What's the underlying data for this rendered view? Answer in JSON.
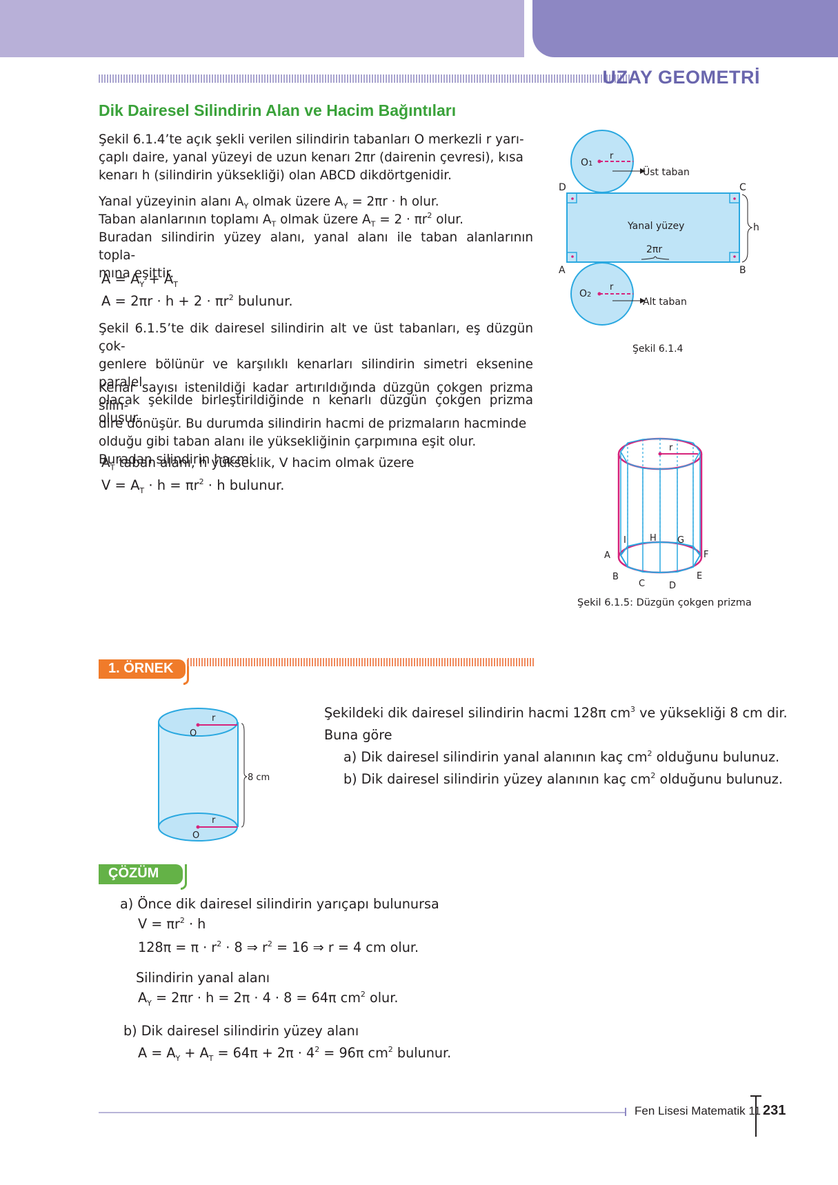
{
  "header": {
    "section_title": "UZAY GEOMETRİ"
  },
  "heading": "Dik Dairesel Silindirin Alan ve Hacim Bağıntıları",
  "intro_lines": [
    "Şekil 6.1.4’te açık şekli verilen silindirin tabanları O merkezli r yarı-",
    "çaplı daire, yanal yüzeyi de uzun kenarı  2πr  (dairenin çevresi), kısa",
    "kenarı h (silindirin yüksekliği) olan ABCD dikdörtgenidir."
  ],
  "area_lines": {
    "lateral": "Yanal yüzeyinin alanı A",
    "lateral_sub": "Y",
    "lateral_mid": "  olmak üzere  A",
    "lateral_sub2": "Y",
    "lateral_end": " = 2πr · h  olur.",
    "base": "Taban alanlarının toplamı A",
    "base_sub": "T",
    "base_mid": "  olmak üzere  A",
    "base_sub2": "T",
    "base_mid2": " = 2 · πr",
    "base_sup": "2",
    "base_end": "  olur.",
    "surface1": "Buradan silindirin yüzey alanı, yanal alanı ile taban alanlarının topla-",
    "surface2": "mına eşittir."
  },
  "formula_A1": {
    "a": "A = A",
    "s1": "Y",
    "b": " + A",
    "s2": "T"
  },
  "formula_A2": {
    "a": "A = 2πr · h + 2 · πr",
    "sup": "2",
    "b": "  bulunur."
  },
  "prism_lines": [
    "Şekil 6.1.5’te dik dairesel silindirin alt ve üst tabanları, eş düzgün çok-",
    "genlere bölünür ve karşılıklı kenarları silindirin simetri eksenine paralel",
    "olacak şekilde birleştirildiğinde n kenarlı düzgün çokgen prizma oluşur."
  ],
  "volume_lines": [
    "Kenar sayısı istenildiği kadar artırıldığında düzgün çokgen prizma silin-",
    "dire dönüşür. Bu durumda silindirin hacmi de prizmaların hacminde",
    "olduğu gibi taban alanı ile yüksekliğinin çarpımına eşit olur.",
    "Buradan silindirin hacmi"
  ],
  "volume_def": {
    "a": "A",
    "sub": "T",
    "b": "  taban alanı, h yükseklik, V hacim olmak üzere"
  },
  "volume_formula": {
    "a": "V = A",
    "sub": "T",
    "b": " · h = πr",
    "sup": "2",
    "c": " · h  bulunur."
  },
  "figure1": {
    "caption": "Şekil 6.1.4",
    "top_label": "Üst taban",
    "bottom_label": "Alt  taban",
    "rect_label": "Yanal yüzey",
    "width_label": "2πr",
    "height_label": "h",
    "radius_label": "r",
    "o1": "O",
    "o1_sub": "1",
    "o2": "O",
    "o2_sub": "2",
    "corners": {
      "a": "A",
      "b": "B",
      "c": "C",
      "d": "D"
    }
  },
  "figure2": {
    "caption": "Şekil 6.1.5: Düzgün çokgen prizma",
    "radius_label": "r",
    "vertices": {
      "a": "A",
      "b": "B",
      "c": "C",
      "d": "D",
      "e": "E",
      "f": "F",
      "g": "G",
      "h": "H",
      "i": "I"
    }
  },
  "example": {
    "badge": "1. ÖRNEK",
    "line1_a": "Şekildeki dik dairesel silindirin hacmi 128π cm",
    "line1_sup": "3",
    "line1_b": " ve yüksekliği 8 cm dir.",
    "line2": "Buna göre",
    "qa_a": "a) Dik dairesel silindirin yanal alanının kaç  cm",
    "qa_sup": "2",
    "qa_b": " olduğunu bulunuz.",
    "qb_a": "b) Dik dairesel silindirin yüzey alanının kaç  cm",
    "qb_sup": "2",
    "qb_b": " olduğunu bulunuz.",
    "fig_height": "8 cm",
    "fig_r": "r",
    "fig_o": "O"
  },
  "solution": {
    "badge": "ÇÖZÜM",
    "a_intro": "a) Önce dik dairesel silindirin yarıçapı bulunursa",
    "v_a": "V = πr",
    "v_sup": "2",
    "v_b": " · h",
    "calc_a": "128π = π · r",
    "calc_sup1": "2",
    "calc_b": " · 8 ⇒ r",
    "calc_sup2": "2",
    "calc_c": " = 16 ⇒ r = 4  cm  olur.",
    "lateral_label": "Silindirin yanal alanı",
    "lateral_a": "A",
    "lateral_sub": "Y",
    "lateral_b": " = 2πr · h = 2π · 4 · 8 = 64π  cm",
    "lateral_sup": "2",
    "lateral_c": "  olur.",
    "b_intro": "b) Dik dairesel silindirin yüzey alanı",
    "surf_a": "A = A",
    "surf_s1": "Y",
    "surf_b": " + A",
    "surf_s2": "T",
    "surf_c": " = 64π + 2π · 4",
    "surf_sup1": "2",
    "surf_d": " = 96π  cm",
    "surf_sup2": "2",
    "surf_e": "  bulunur."
  },
  "footer": {
    "book": "Fen Lisesi Matematik 11",
    "page": "231"
  },
  "colors": {
    "purple_light": "#b8b0d8",
    "purple_dark": "#8d87c3",
    "green": "#3aa23a",
    "orange": "#f07b2a",
    "cyan": "#2aa8e0",
    "magenta": "#d6247c"
  }
}
